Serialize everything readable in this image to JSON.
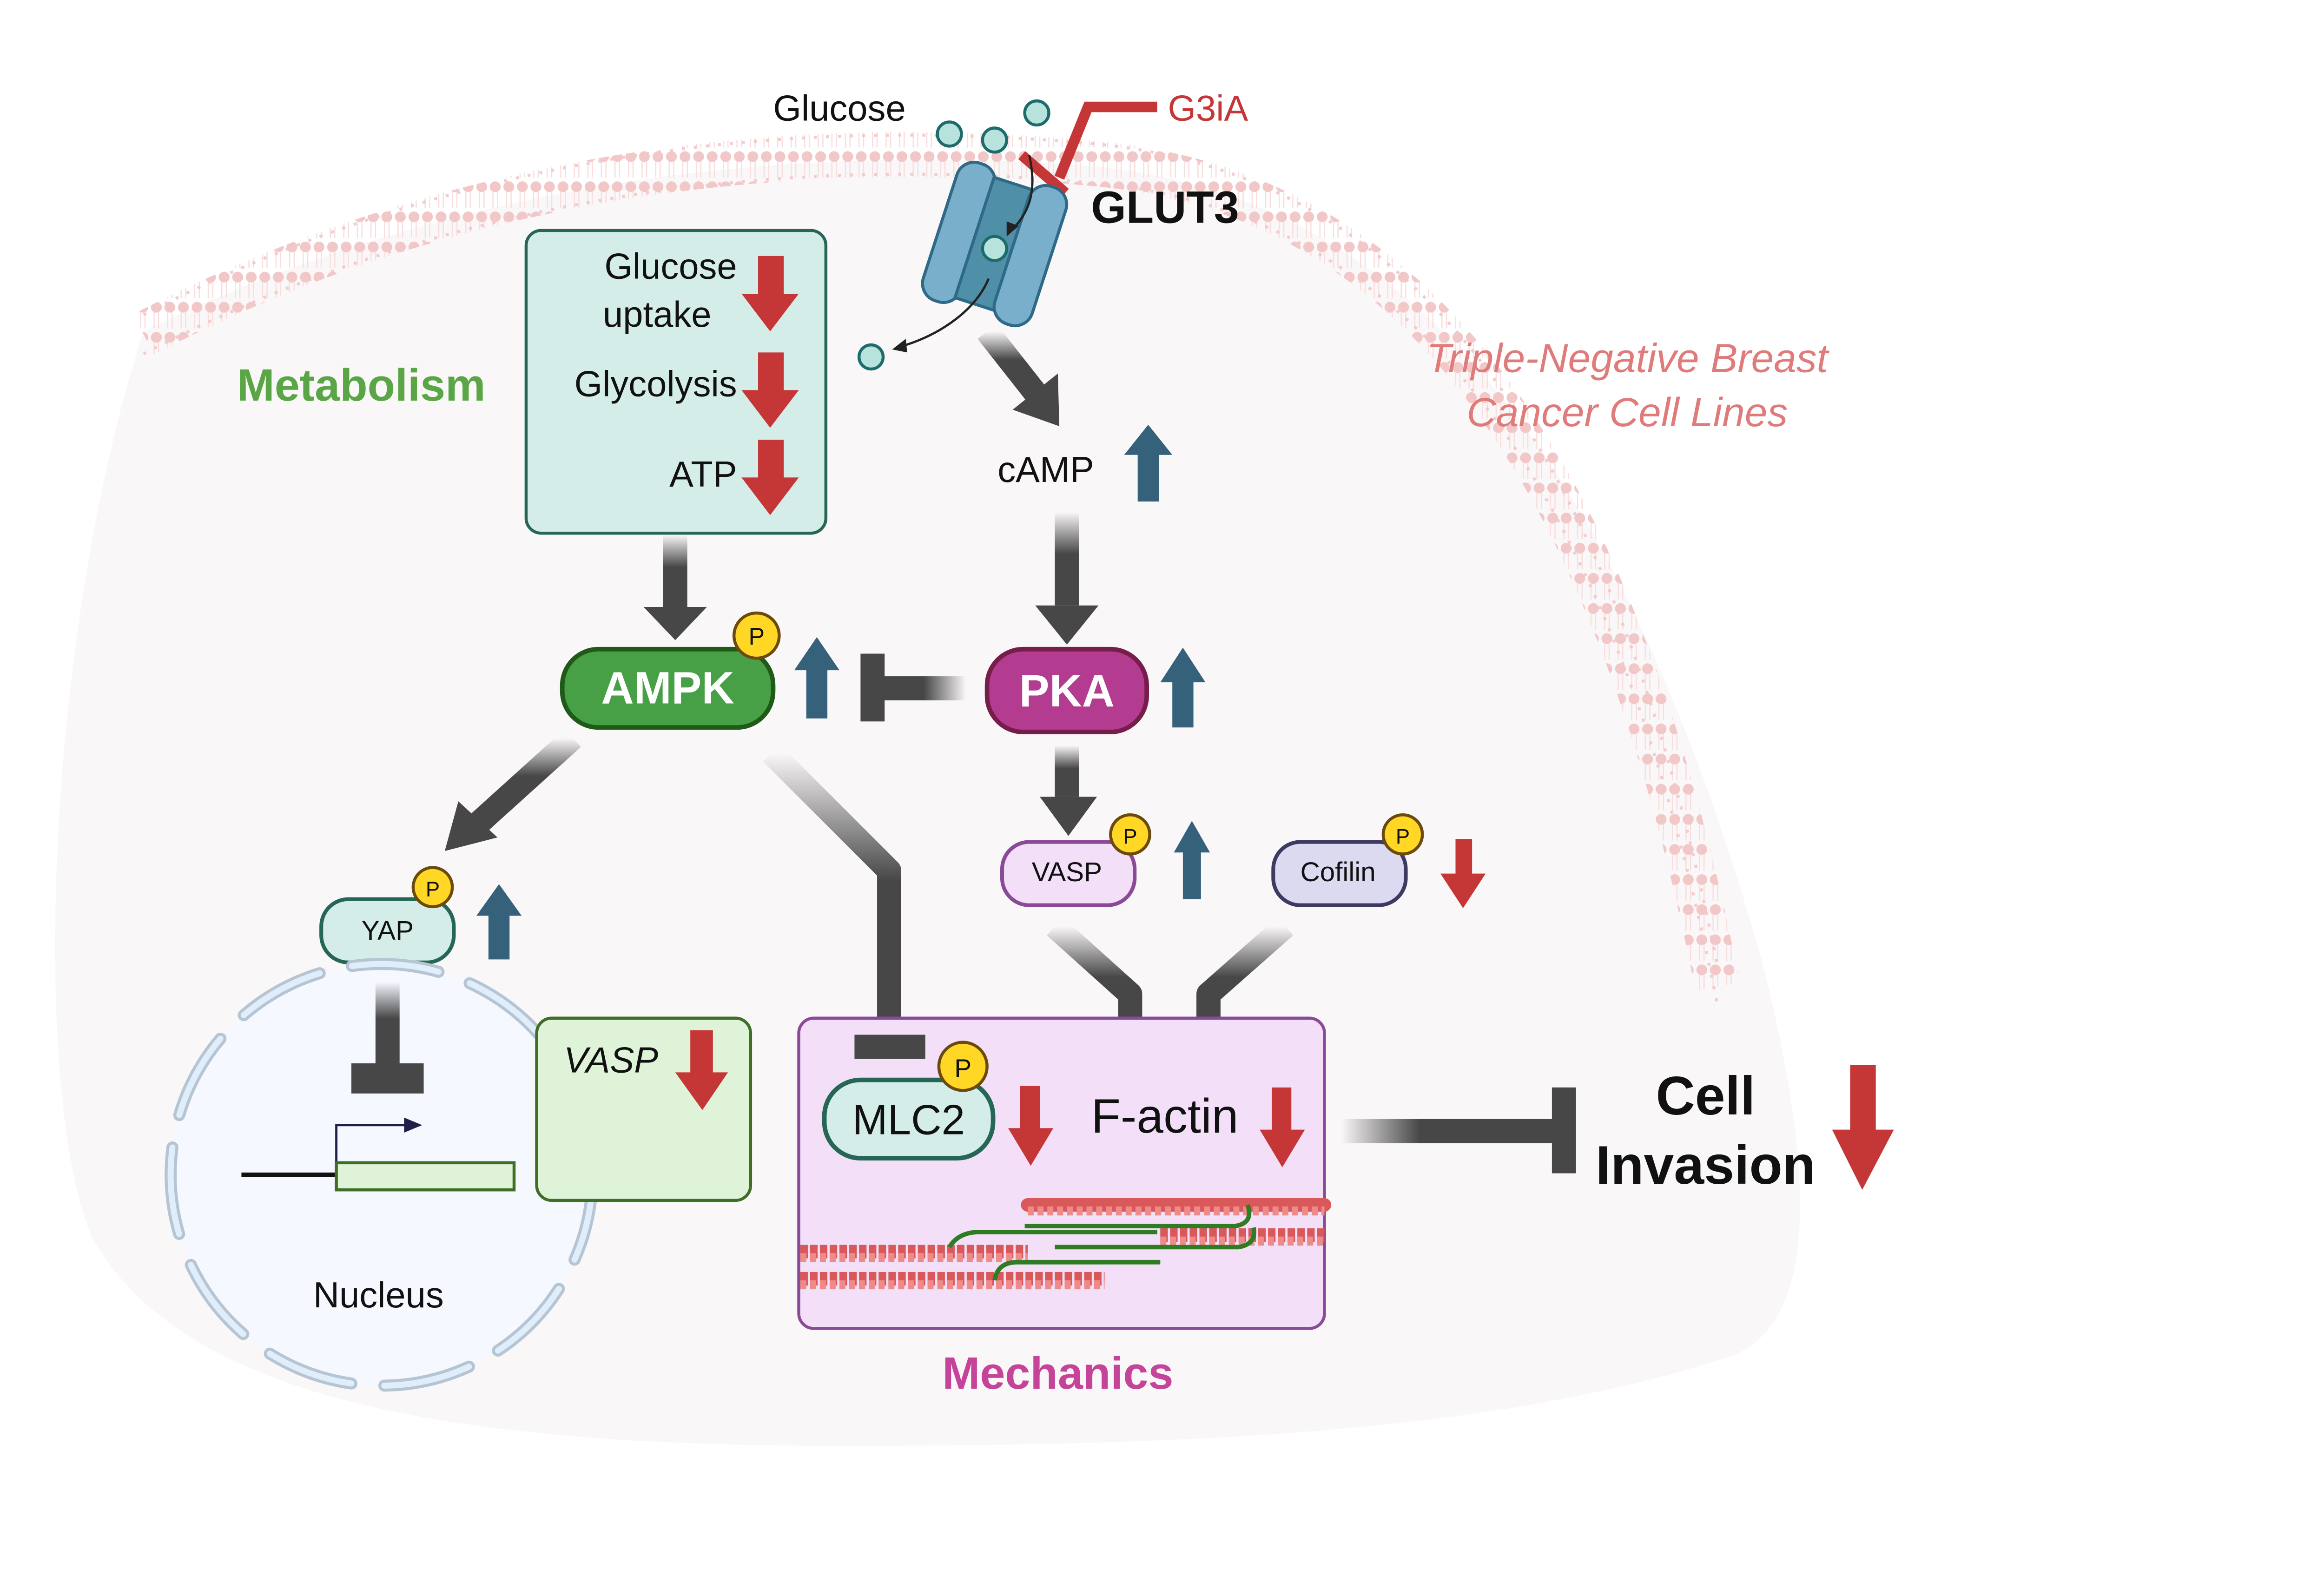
{
  "title": "GLUT3 inhibition signaling in triple-negative breast cancer",
  "context_label": {
    "line1": "Triple-Negative Breast",
    "line2": "Cancer Cell Lines"
  },
  "extracellular": {
    "glucose": "Glucose",
    "inhibitor": "G3iA",
    "transporter": "GLUT3"
  },
  "metabolism": {
    "section_label": "Metabolism",
    "items": [
      {
        "label_line1": "Glucose",
        "label_line2": "uptake",
        "change": "down"
      },
      {
        "label_line1": "Glycolysis",
        "label_line2": "",
        "change": "down"
      },
      {
        "label_line1": "ATP",
        "label_line2": "",
        "change": "down"
      }
    ]
  },
  "nodes": {
    "camp": {
      "label": "cAMP",
      "change": "up"
    },
    "ampk": {
      "label": "AMPK",
      "phospho": "P",
      "change": "up"
    },
    "pka": {
      "label": "PKA",
      "change": "up"
    },
    "yap": {
      "label": "YAP",
      "phospho": "P",
      "change": "up"
    },
    "vasp_protein": {
      "label": "VASP",
      "phospho": "P",
      "change": "up"
    },
    "cofilin": {
      "label": "Cofilin",
      "phospho": "P",
      "change": "down"
    },
    "mlc2": {
      "label": "MLC2",
      "phospho": "P",
      "change": "down"
    },
    "factin": {
      "label": "F-actin",
      "change": "down"
    },
    "vasp_gene": {
      "label": "VASP",
      "change": "down"
    }
  },
  "nucleus": {
    "label": "Nucleus"
  },
  "mechanics": {
    "section_label": "Mechanics"
  },
  "outcome": {
    "line1": "Cell",
    "line2": "Invasion",
    "change": "down"
  },
  "colors": {
    "down_arrow": "#c53637",
    "up_arrow": "#35617a",
    "pathway_arrow": "#474747",
    "inhibitor": "#c53637",
    "metabolism_text": "#5aa646",
    "mechanics_text": "#c5449a",
    "context_text": "#e07b7b",
    "ampk": "#47a046",
    "pka": "#b33c90",
    "phospho": "#ffd724",
    "glut3": "#79afca"
  }
}
